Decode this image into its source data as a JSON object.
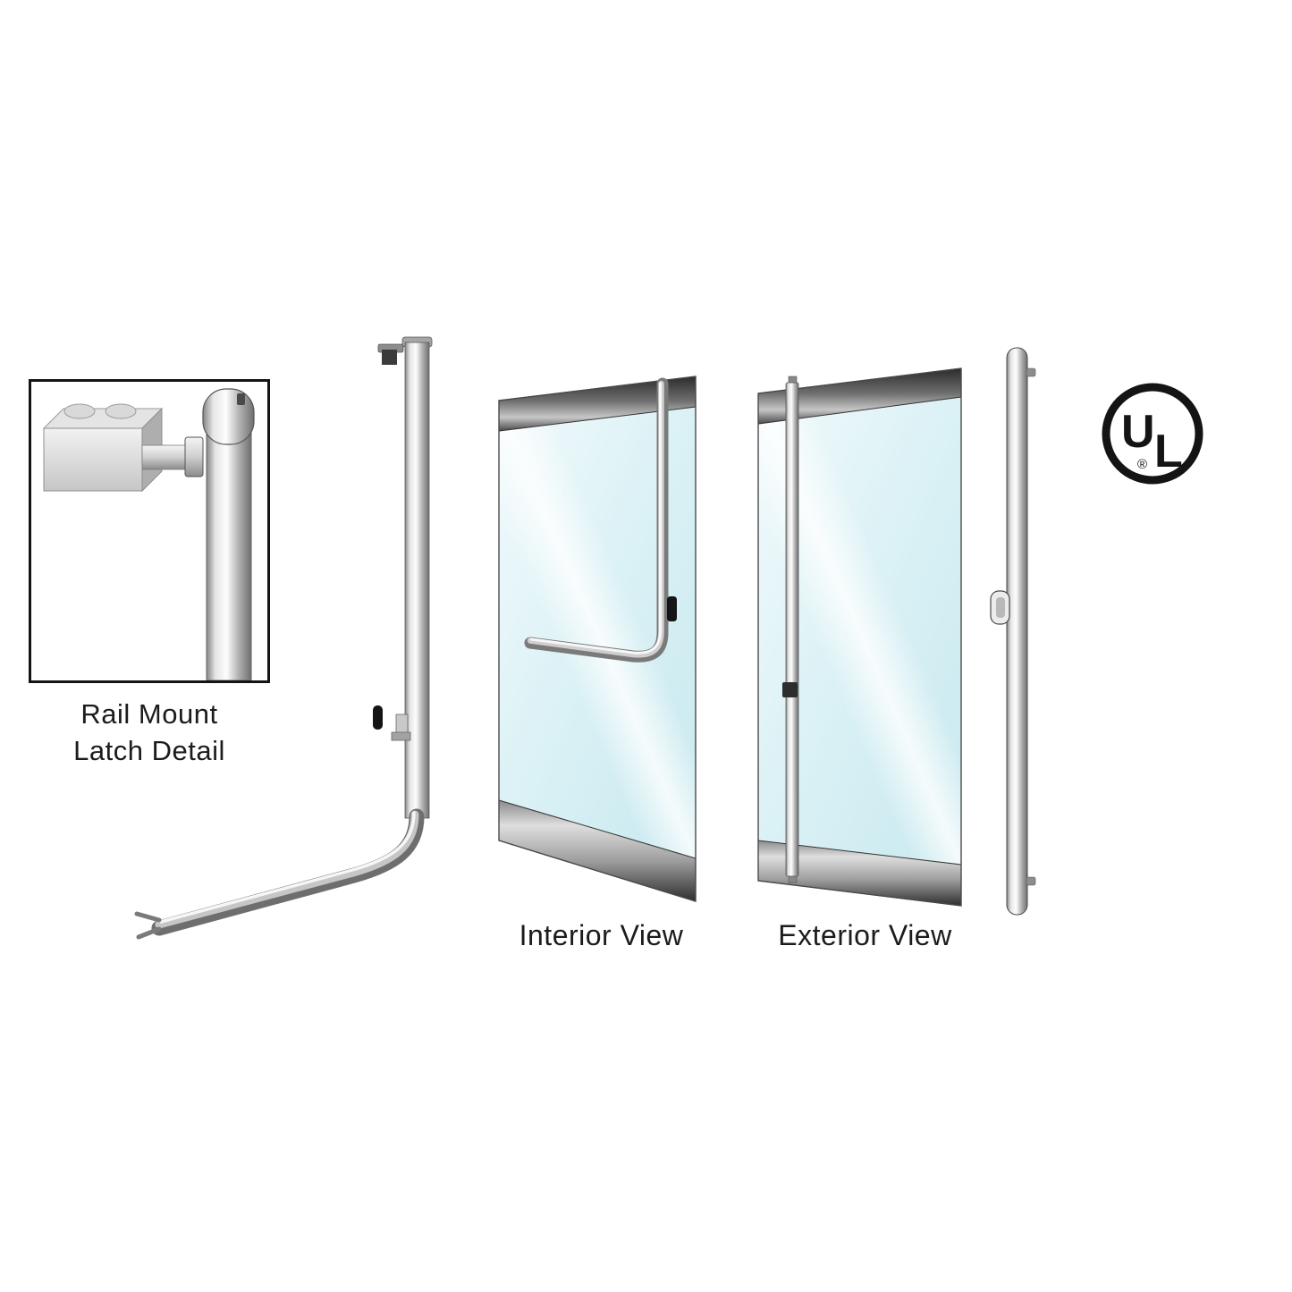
{
  "captions": {
    "detail_line1": "Rail Mount",
    "detail_line2": "Latch Detail",
    "interior": "Interior View",
    "exterior": "Exterior View"
  },
  "ul_mark": {
    "letter_u": "U",
    "letter_l": "L",
    "registered": "®"
  },
  "colors": {
    "background": "#ffffff",
    "text": "#1c1c1c",
    "outline": "#141414",
    "glass_tint": "#d9f1f5",
    "chrome": "#c9c9c9",
    "frame_dark": "#2e2e2e"
  }
}
